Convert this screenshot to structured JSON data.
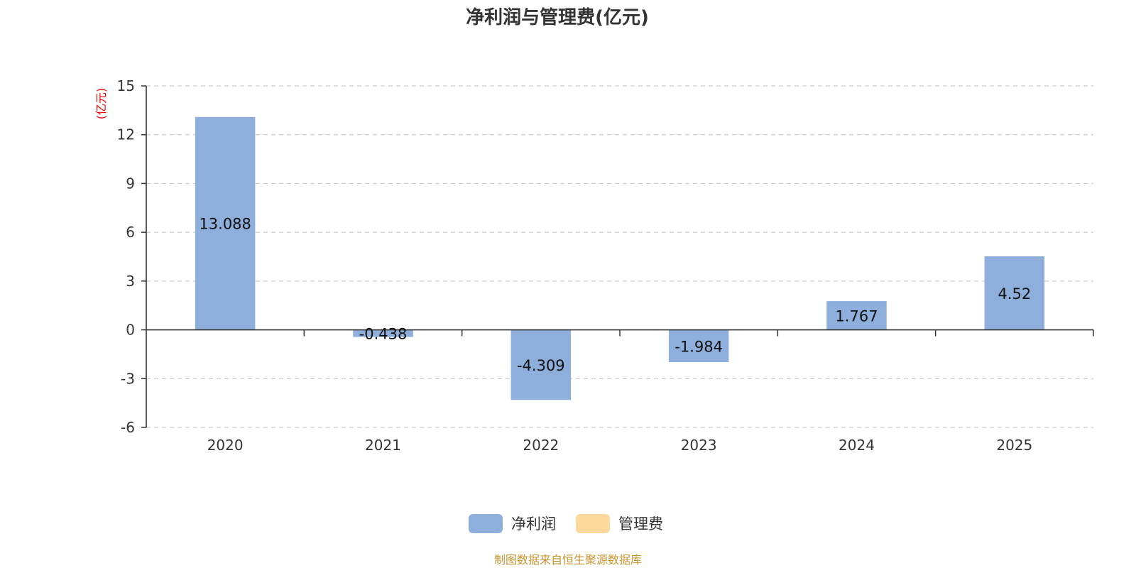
{
  "chart_data": {
    "type": "bar",
    "title": "净利润与管理费(亿元)",
    "ylabel": "(亿元)",
    "categories": [
      "2020",
      "2021",
      "2022",
      "2023",
      "2024",
      "2025"
    ],
    "series": [
      {
        "name": "净利润",
        "values": [
          13.088,
          -0.438,
          -4.309,
          -1.984,
          1.767,
          4.52
        ],
        "color": "#8eaedb"
      },
      {
        "name": "管理费",
        "values": [],
        "color": "#fdd99b"
      }
    ],
    "data_labels": [
      "13.088",
      "-0.438",
      "-4.309",
      "-1.984",
      "1.767",
      "4.52"
    ],
    "ylim": [
      -6,
      15
    ],
    "yticks": [
      15,
      12,
      9,
      6,
      3,
      0,
      -3,
      -6
    ],
    "grid": true,
    "legend_position": "bottom-center"
  },
  "source_note": "制图数据来自恒生聚源数据库",
  "colors": {
    "axis": "#333333",
    "grid": "#cccccc",
    "unit": "#ff0000",
    "source": "#c8962e"
  }
}
